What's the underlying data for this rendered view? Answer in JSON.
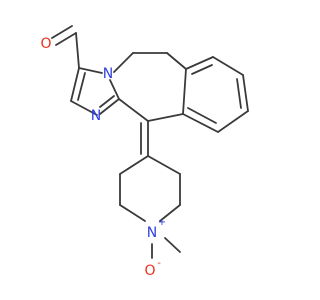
{
  "molecule": {
    "atoms": {
      "aldehyde_oxygen": {
        "symbol": "O",
        "charge": ""
      },
      "imidazole_n_bridgehead": {
        "symbol": "N",
        "charge": ""
      },
      "imidazole_n_ring": {
        "symbol": "N",
        "charge": ""
      },
      "piperidine_n": {
        "symbol": "N",
        "charge": "+"
      },
      "n_oxide_oxygen": {
        "symbol": "O",
        "charge": "-"
      }
    },
    "colors": {
      "bond": "#3a3a3a",
      "oxygen": "#e8321e",
      "nitrogen": "#2f3fe0"
    }
  }
}
